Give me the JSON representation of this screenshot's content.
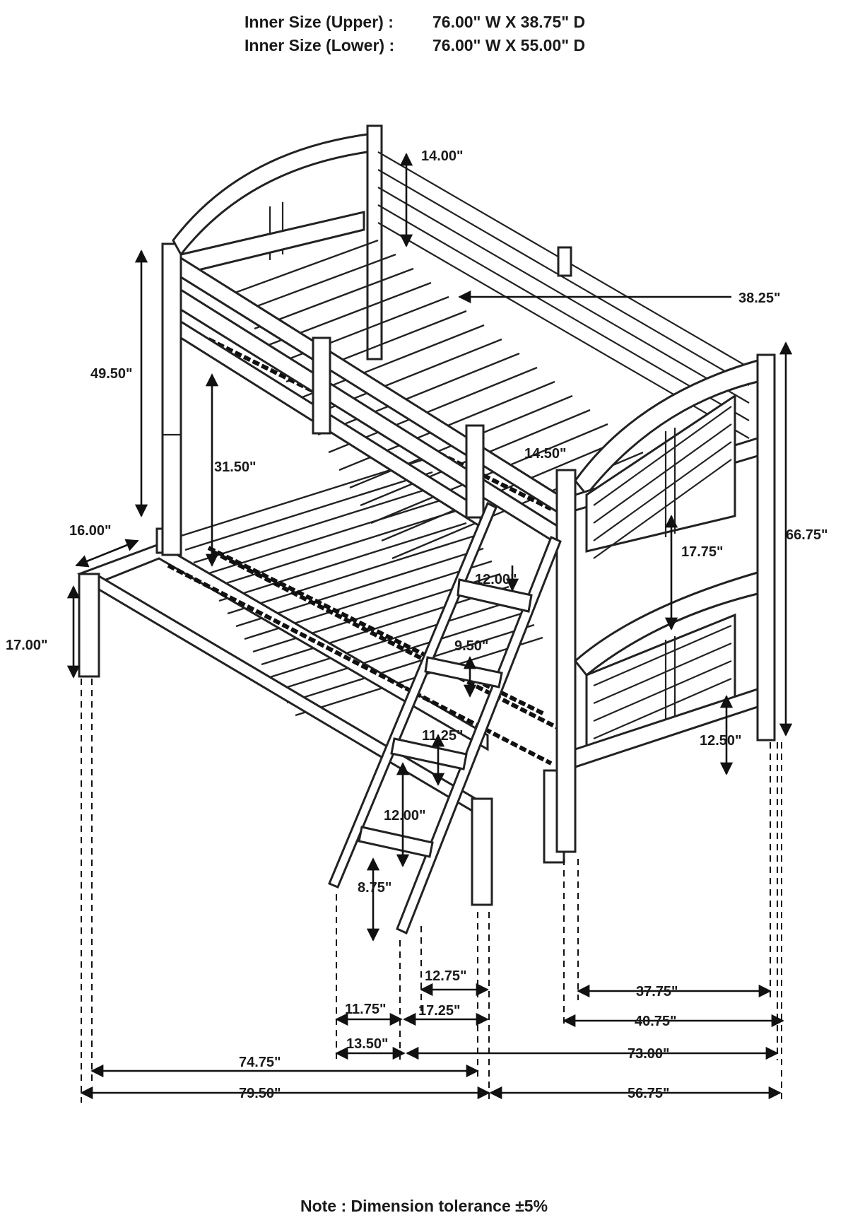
{
  "header": {
    "upper_label": "Inner Size (Upper) :",
    "upper_value": "76.00\" W X 38.75\" D",
    "lower_label": "Inner Size (Lower) :",
    "lower_value": "76.00\" W X 55.00\" D"
  },
  "dimensions": {
    "upper_guard_height": "14.00\"",
    "upper_inner_width": "38.25\"",
    "upper_height": "49.50\"",
    "lower_clearance": "31.50\"",
    "guard_gap": "14.50\"",
    "lower_guard_width": "16.00\"",
    "overall_height": "66.75\"",
    "bunk_gap": "17.75\"",
    "ladder_step_top": "12.00\"",
    "ladder_rung_a": "9.50\"",
    "lower_side_height": "17.00\"",
    "ladder_rung_b": "11.25\"",
    "footboard_clearance": "12.50\"",
    "ladder_step_bottom": "12.00\"",
    "ladder_bottom": "8.75\"",
    "ladder_offset": "12.75\"",
    "end_upper": "37.75\"",
    "ladder_base": "11.75\"",
    "ladder_span": "17.25\"",
    "end_lower": "40.75\"",
    "ladder_depth": "13.50\"",
    "upper_length": "73.00\"",
    "lower_length": "74.75\"",
    "overall_length": "79.50\"",
    "overall_width": "56.75\""
  },
  "note": "Note : Dimension tolerance ±5%"
}
